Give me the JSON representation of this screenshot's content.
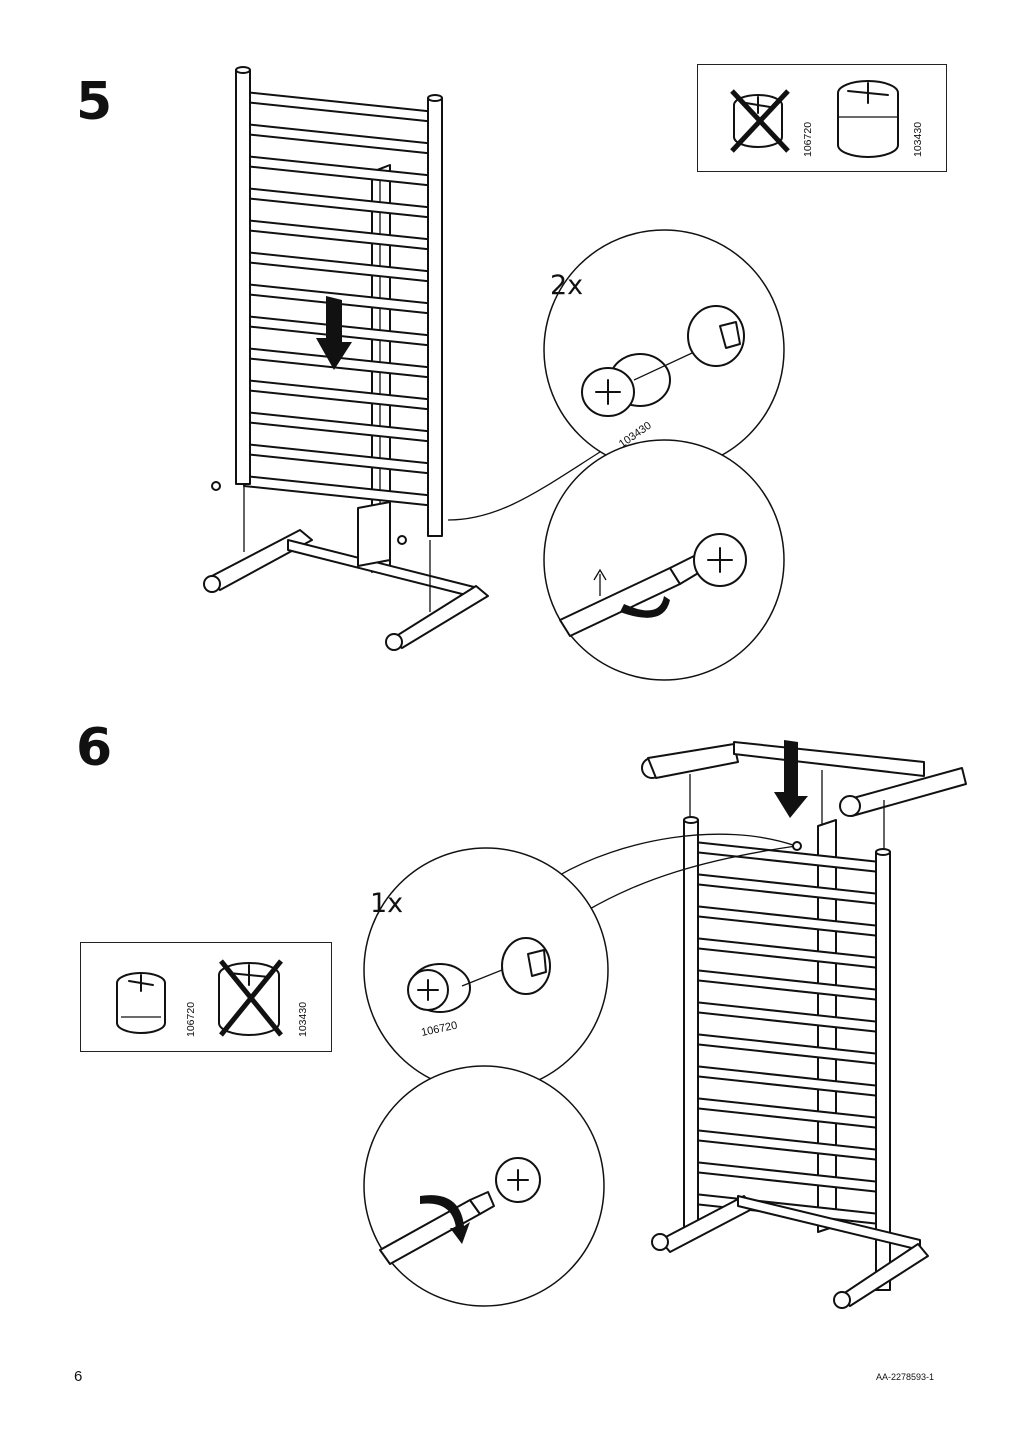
{
  "steps": [
    {
      "number": "5",
      "quantity": "2x",
      "correct_part": "103430",
      "wrong_part": "106720",
      "callout_part_label": "103430"
    },
    {
      "number": "6",
      "quantity": "1x",
      "correct_part": "106720",
      "wrong_part": "103430",
      "callout_part_label": "106720"
    }
  ],
  "footer": {
    "page_number": "6",
    "doc_code": "AA-2278593-1"
  }
}
